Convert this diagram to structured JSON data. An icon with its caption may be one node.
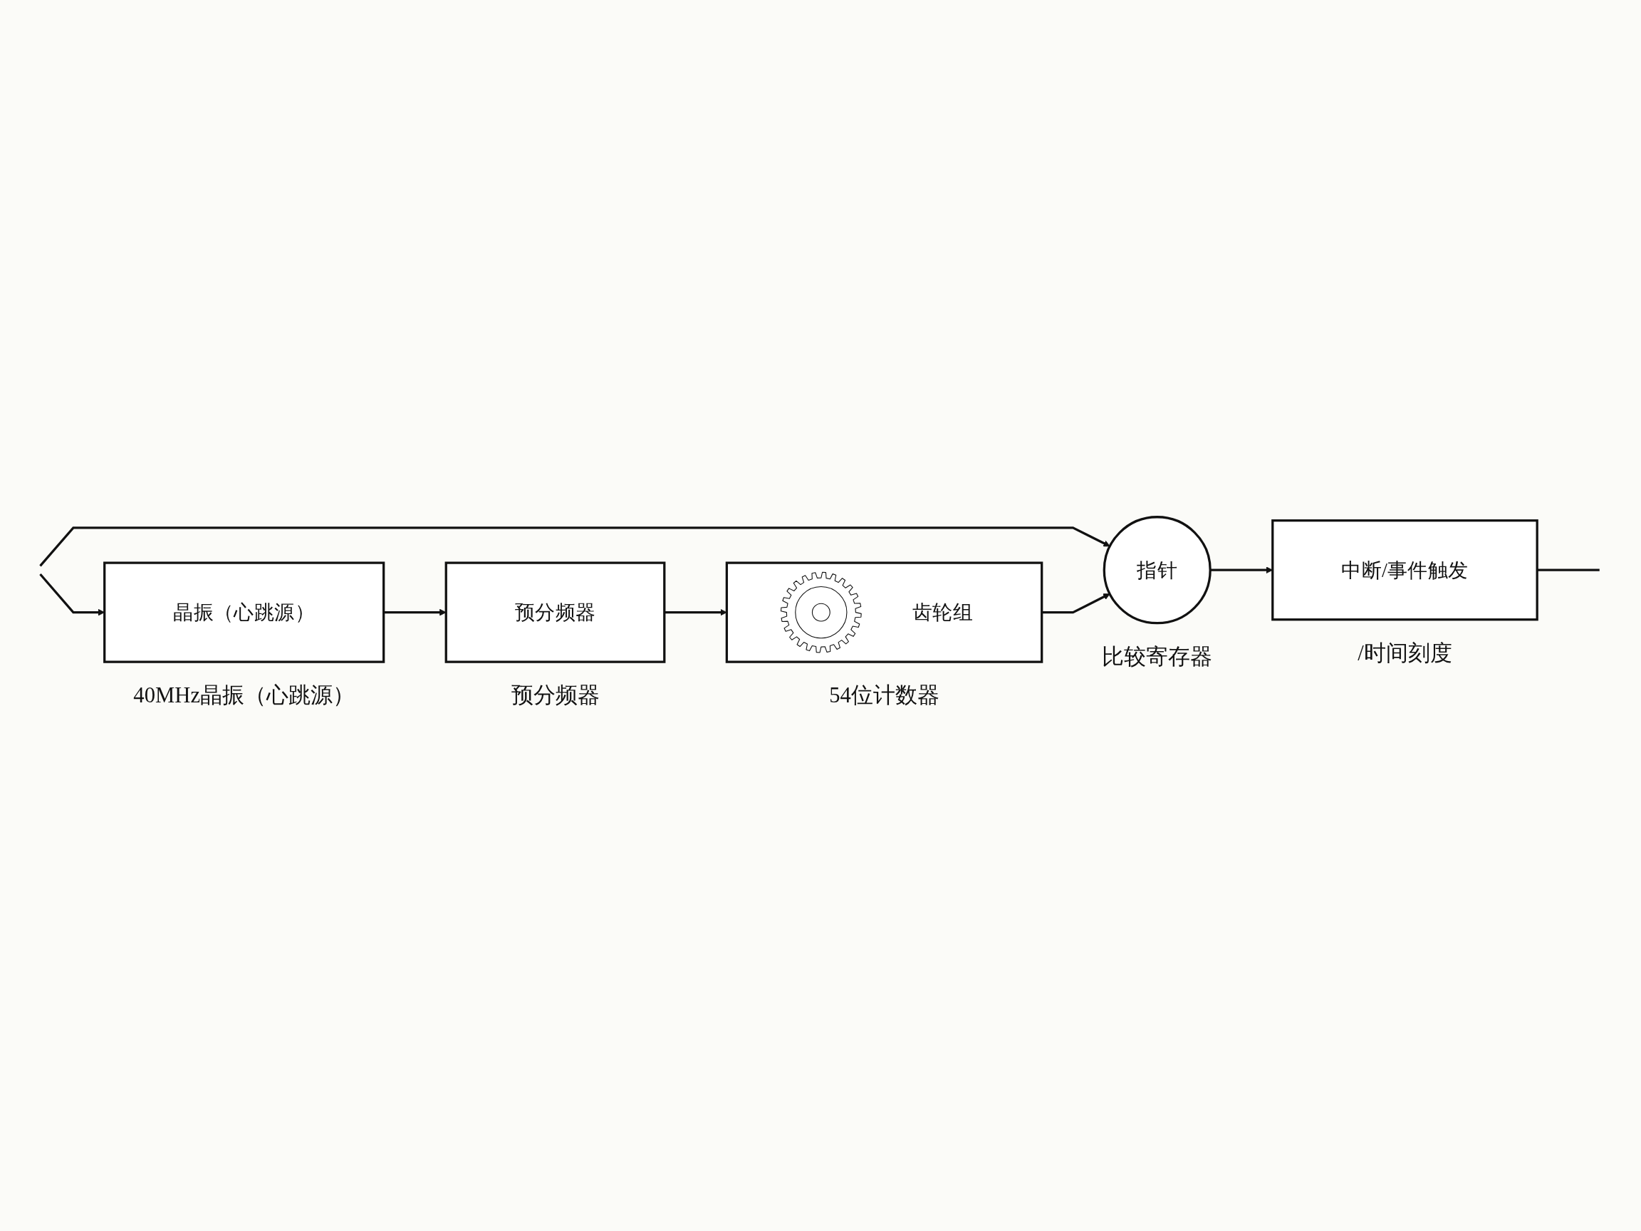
{
  "diagram": {
    "nodes": [
      {
        "text": [
          "晶振（心跳源）"
        ],
        "beside": [
          "40MHz晶振（心跳源）"
        ]
      },
      {
        "text": [
          "预分频器"
        ],
        "beside": [
          "预分频器"
        ]
      },
      {
        "text": [
          "齿轮组"
        ],
        "beside": [
          "54位计数器"
        ]
      },
      {
        "text": [
          "指针"
        ],
        "beside": [
          "比较寄存器"
        ]
      },
      {
        "text": [
          "中断/事件触发"
        ],
        "beside": [
          "/时间刻度"
        ]
      }
    ],
    "edges": [
      {
        "from": null,
        "to": 0,
        "arrow": "to"
      },
      {
        "from": null,
        "to": 3,
        "arrow": "to"
      },
      {
        "from": 0,
        "to": 1,
        "arrow": "to"
      },
      {
        "from": 1,
        "to": 2,
        "arrow": "to"
      },
      {
        "from": 2,
        "to": 3,
        "arrow": "to"
      },
      {
        "from": 3,
        "to": 4,
        "arrow": "to"
      },
      {
        "from": 4,
        "to": null,
        "arrow": "none"
      }
    ]
  }
}
